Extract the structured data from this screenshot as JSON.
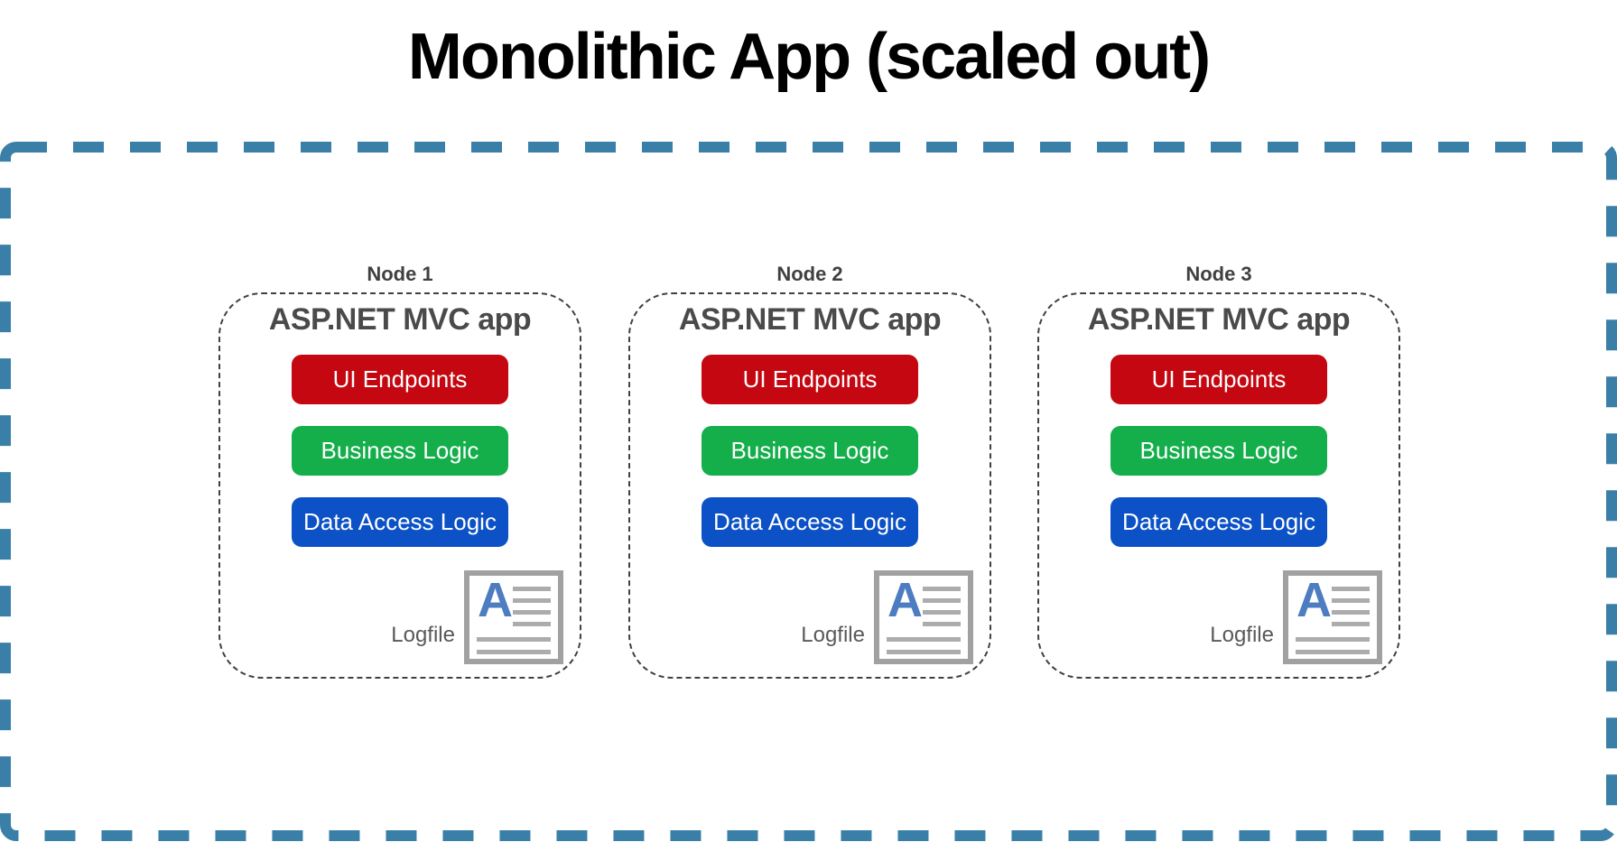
{
  "title": "Monolithic App (scaled out)",
  "colors": {
    "container_border": "#3A7FA7",
    "node_border": "#404040",
    "ui_endpoints_red": "#C40710",
    "business_logic_green": "#14AE4B",
    "data_access_blue": "#0C51C6",
    "logfile_letter_blue": "#4E7CC0"
  },
  "nodes": [
    {
      "label": "Node 1",
      "app_title": "ASP.NET MVC app",
      "layers": [
        {
          "label": "UI Endpoints",
          "color": "#C40710"
        },
        {
          "label": "Business Logic",
          "color": "#14AE4B"
        },
        {
          "label": "Data Access Logic",
          "color": "#0C51C6"
        }
      ],
      "logfile": {
        "label": "Logfile",
        "icon_letter": "A"
      }
    },
    {
      "label": "Node 2",
      "app_title": "ASP.NET MVC app",
      "layers": [
        {
          "label": "UI Endpoints",
          "color": "#C40710"
        },
        {
          "label": "Business Logic",
          "color": "#14AE4B"
        },
        {
          "label": "Data Access Logic",
          "color": "#0C51C6"
        }
      ],
      "logfile": {
        "label": "Logfile",
        "icon_letter": "A"
      }
    },
    {
      "label": "Node 3",
      "app_title": "ASP.NET MVC app",
      "layers": [
        {
          "label": "UI Endpoints",
          "color": "#C40710"
        },
        {
          "label": "Business Logic",
          "color": "#14AE4B"
        },
        {
          "label": "Data Access Logic",
          "color": "#0C51C6"
        }
      ],
      "logfile": {
        "label": "Logfile",
        "icon_letter": "A"
      }
    }
  ]
}
